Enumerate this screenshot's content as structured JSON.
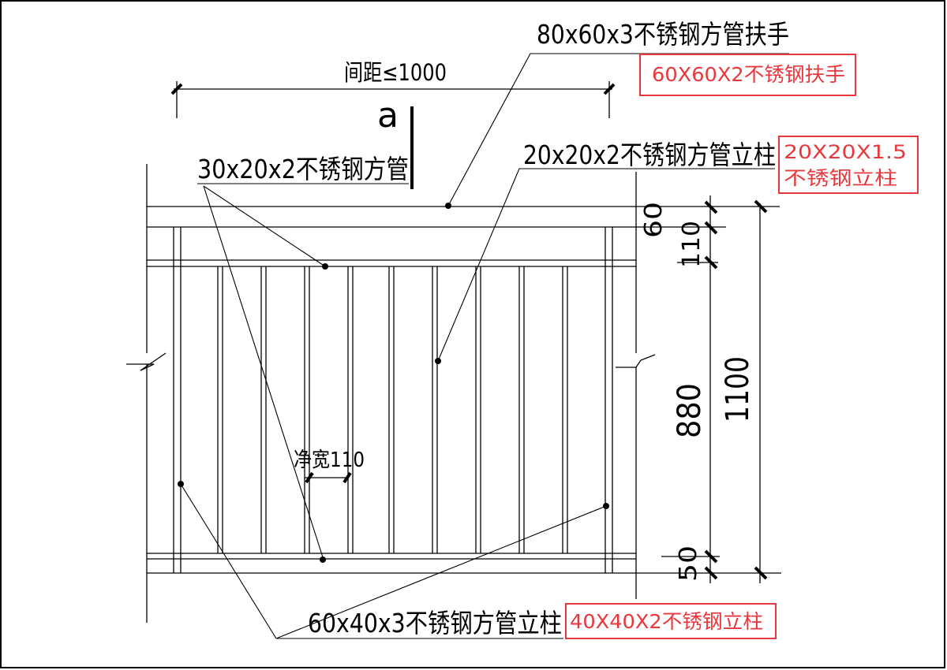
{
  "drawing": {
    "spacing_label": "间距≤1000",
    "section_mark": "a",
    "clear_width_label": "净宽110",
    "callouts": {
      "handrail": "80x60x3不锈钢方管扶手",
      "rail_tube": "30x20x2不锈钢方管",
      "baluster": "20x20x2不锈钢方管立柱",
      "post": "60x40x3不锈钢方管立柱"
    },
    "dimensions": {
      "top_60": "60",
      "gap_110": "110",
      "infill_880": "880",
      "total_1100": "1100",
      "bottom_50": "50"
    }
  },
  "annotations": {
    "handrail_note": "60X60X2不锈钢扶手",
    "baluster_note_line1": "20X20X1.5",
    "baluster_note_line2": "不锈钢立柱",
    "post_note": "40X40X2不锈钢立柱"
  },
  "colors": {
    "line": "#000000",
    "annotation": "#e8383d",
    "border": "#000000"
  }
}
